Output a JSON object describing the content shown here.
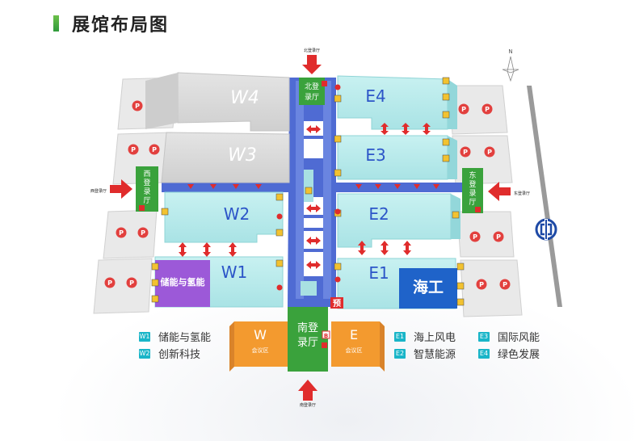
{
  "title": "展馆布局图",
  "colors": {
    "accent_green": "#3aa23c",
    "hall_teal": "#bfeeee",
    "hall_grey": "#d9d9d9",
    "road_blue": "#4f6bd3",
    "storage_purple": "#9c59d8",
    "haigong_blue": "#1f63c9",
    "meeting_orange": "#f39a2f",
    "arrow_red": "#e02c2c"
  },
  "halls": {
    "w4": "W4",
    "w3": "W3",
    "w2": "W2",
    "w1": "W1",
    "e4": "E4",
    "e3": "E3",
    "e2": "E2",
    "e1": "E1",
    "storage_zone": "储能与氢能",
    "haigong": "海工",
    "reserve_mark": "预"
  },
  "lobbies": {
    "north": {
      "line1": "北登",
      "line2": "录厅",
      "arrow_label": "北登录厅"
    },
    "west": {
      "line1": "西",
      "line2": "登",
      "line3": "录",
      "line4": "厅",
      "arrow_label": "西登录厅"
    },
    "east": {
      "line1": "东",
      "line2": "登",
      "line3": "录",
      "line4": "厅",
      "arrow_label": "东登录厅"
    },
    "south": {
      "line1": "南登",
      "line2": "录厅",
      "arrow_label": "南登录厅"
    }
  },
  "meeting_areas": {
    "west": {
      "letter": "W",
      "label": "会议区"
    },
    "east": {
      "letter": "E",
      "label": "会议区"
    }
  },
  "parking_label": "P",
  "compass_label": "N",
  "badge_b": "B",
  "legend": {
    "left": [
      {
        "chip": "W1",
        "text": "储能与氢能"
      },
      {
        "chip": "W2",
        "text": "创新科技"
      }
    ],
    "mid": [
      {
        "chip": "E1",
        "text": "海上风电"
      },
      {
        "chip": "E2",
        "text": "智慧能源"
      }
    ],
    "right": [
      {
        "chip": "E3",
        "text": "国际风能"
      },
      {
        "chip": "E4",
        "text": "绿色发展"
      }
    ]
  }
}
